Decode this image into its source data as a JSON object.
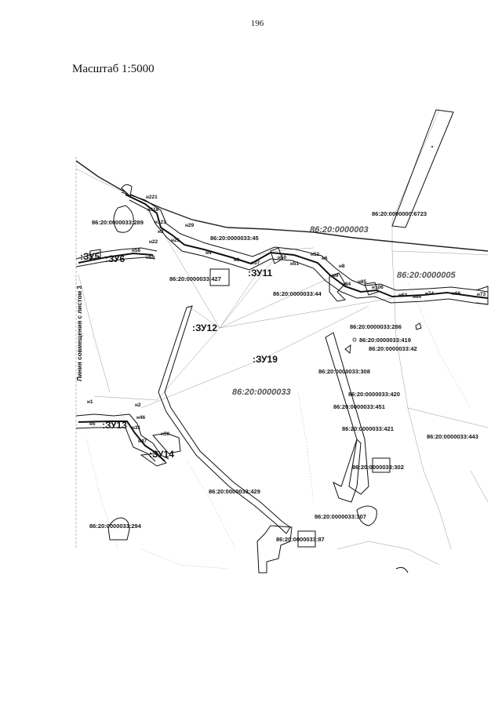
{
  "page": {
    "number": "196"
  },
  "scale": {
    "label": "Масштаб 1:5000"
  },
  "map": {
    "side_label": "Линия совмещения с листом 3",
    "quarters": [
      "86:20:0000003",
      "86:20:0000005",
      "86:20:0000033"
    ],
    "zones": [
      ":ЗУ5",
      ":ЗУ6",
      ":ЗУ11",
      ":ЗУ12",
      ":ЗУ19",
      ":ЗУ13",
      ":ЗУ14"
    ],
    "parcels": [
      "86:20:0000000:6723",
      "86:20:0000033:289",
      "86:20:0000033:45",
      "86:20:0000033:427",
      "86:20:0000033:44",
      "86:20:0000033:286",
      "86:20:0000033:419",
      "86:20:0000033:42",
      "86:20:0000033:308",
      "86:20:0000033:420",
      "86:20:0000033:451",
      "86:20:0000033:421",
      "86:20:0000033:443",
      "86:20:0000033:302",
      "86:20:0000033:429",
      "86:20:0000033:307",
      "86:20:0000033:294",
      "86:20:0000033:87"
    ],
    "points": [
      "н221",
      "н118",
      "н121",
      "н3",
      "н29",
      "н25",
      "н22",
      "н56",
      "н59",
      "н4",
      "н6",
      "н37",
      "н50",
      "н51",
      "н52",
      "н6",
      "н8",
      "н9",
      "н84",
      "н85",
      "н106",
      "н63",
      "н64",
      "н74",
      "н66",
      "н73",
      "н1",
      "н2",
      "н5",
      "н46",
      "н31",
      "н50",
      "н47"
    ]
  }
}
